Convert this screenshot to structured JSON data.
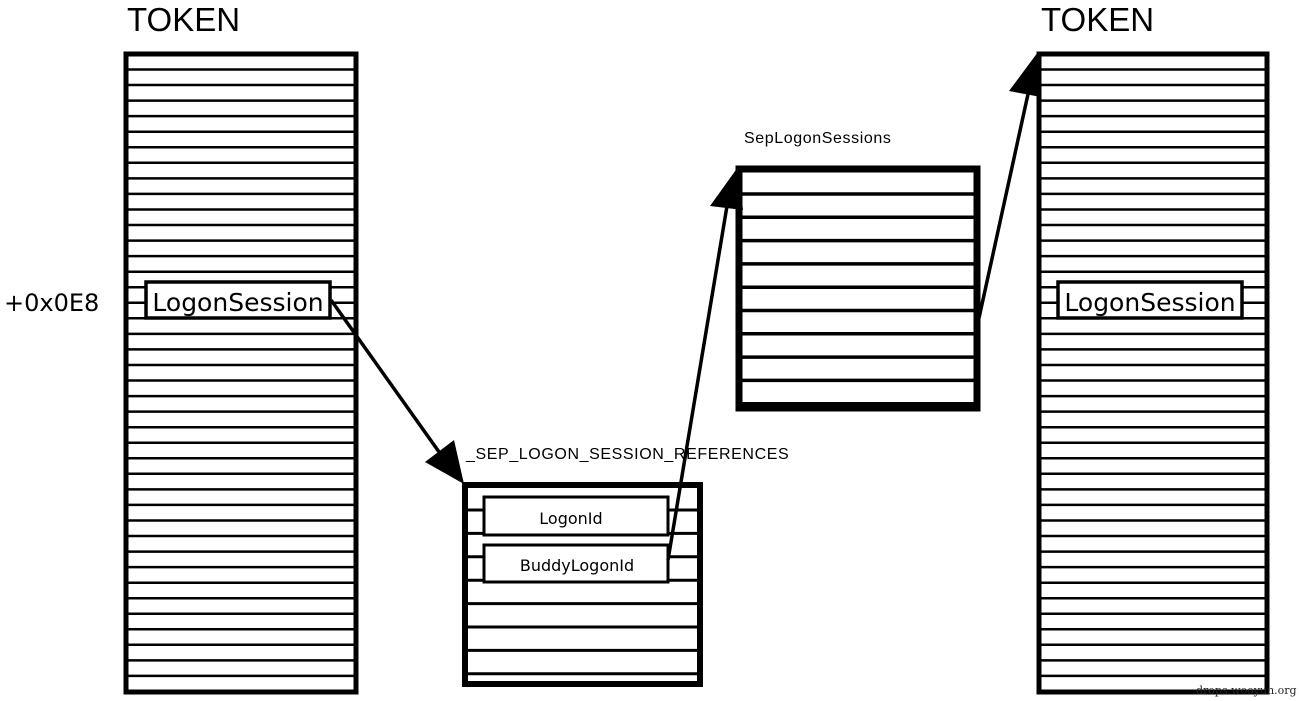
{
  "diagram": {
    "left_token": {
      "title": "TOKEN",
      "offset_label": "+0x0E8",
      "field": "LogonSession"
    },
    "references": {
      "title": "_SEP_LOGON_SESSION_REFERENCES",
      "fields": [
        "LogonId",
        "BuddyLogonId"
      ]
    },
    "sessions": {
      "title": "SepLogonSessions"
    },
    "right_token": {
      "title": "TOKEN",
      "field": "LogonSession"
    },
    "edges": [
      {
        "from": "left_token.LogonSession",
        "to": "references"
      },
      {
        "from": "references.BuddyLogonId",
        "to": "sessions"
      },
      {
        "from": "sessions",
        "to": "right_token"
      }
    ]
  },
  "watermark": "drops.wooyun.org"
}
